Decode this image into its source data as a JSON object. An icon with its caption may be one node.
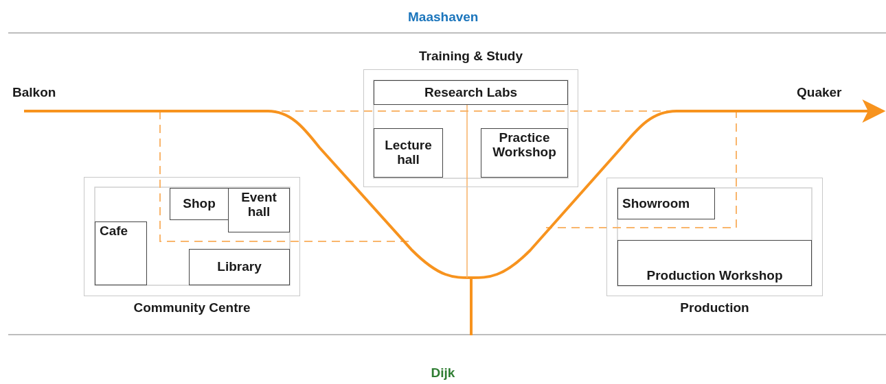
{
  "diagram": {
    "nodes": [
      {
        "text": [
          "Community Centre"
        ]
      },
      {
        "text": [
          "Cafe"
        ],
        "in": 0
      },
      {
        "text": [
          "Shop"
        ],
        "in": 0
      },
      {
        "text": [
          "Event hall"
        ],
        "in": 0
      },
      {
        "text": [
          "Library"
        ],
        "in": 0
      },
      {
        "text": [
          "Training & Study"
        ]
      },
      {
        "text": [
          "Research Labs"
        ],
        "in": 5
      },
      {
        "text": [
          "Lecture hall"
        ],
        "in": 5
      },
      {
        "text": [
          "Practice Workshop"
        ],
        "in": 5
      },
      {
        "text": [
          "Production"
        ]
      },
      {
        "text": [
          "Showroom"
        ],
        "in": 9
      },
      {
        "text": [
          "Production Workshop"
        ],
        "in": 9
      },
      {
        "text": [
          "Balkon"
        ]
      },
      {
        "text": [
          "Quaker"
        ]
      }
    ],
    "edges": [
      {
        "from": 12,
        "to": 13,
        "arrow": "to",
        "style": "thick",
        "color": "#f7931e"
      },
      {
        "from": 6,
        "to": null,
        "arrow": "none",
        "color": "#f7b064"
      }
    ],
    "labels": [
      "Maashaven",
      "Dijk"
    ]
  }
}
